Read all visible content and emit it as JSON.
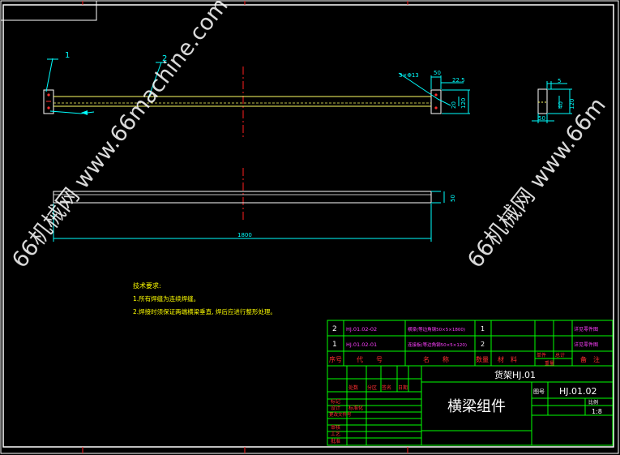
{
  "part_labels": [
    "1",
    "2"
  ],
  "dimensions": {
    "top_50": "50",
    "top_22_5": "22.5",
    "top_side": "20",
    "top_height": "120",
    "top_weld": "3×Φ13",
    "side_5": "5",
    "side_40": "40",
    "side_120": "120",
    "side_50": "50",
    "bottom_length": "1800",
    "bottom_height": "50"
  },
  "tech_notes": {
    "title": "技术要求:",
    "line1": "1.所有焊缝为连续焊缝。",
    "line2": "2.焊接时须保证两端横梁垂直, 焊后应进行整形处理。"
  },
  "bom_rows": [
    {
      "no": "2",
      "code": "HJ.01.02-02",
      "name": "横梁(等边角钢50×5×1800)",
      "qty": "1",
      "material": "",
      "note": "详见零件图"
    },
    {
      "no": "1",
      "code": "HJ.01.02-01",
      "name": "连接板(等边角钢50×5×120)",
      "qty": "2",
      "material": "",
      "note": "详见零件图"
    }
  ],
  "bom_header": {
    "no": "序号",
    "code": "代　　号",
    "name": "名　　称",
    "qty": "数量",
    "material": "材　料",
    "single": "单件",
    "total": "总计",
    "weight": "重量",
    "note": "备　注"
  },
  "title_block": {
    "assembly": "货架HJ.01",
    "part_name": "横梁组件",
    "drawing_no_label": "图号",
    "drawing_no": "HJ.01.02",
    "scale_label": "比例",
    "scale": "1:8",
    "left_rows": [
      "标记",
      "处数",
      "分区",
      "更改文件号",
      "签名",
      "日期",
      "设计",
      "标准化",
      "审核",
      "工艺",
      "批准"
    ]
  },
  "colors": {
    "frame": "#ffffff",
    "part_line": "#ffff66",
    "dim": "#00ffff",
    "centerline": "#ff2020",
    "table_line": "#00ff00",
    "text": "#ffffff"
  },
  "watermark": {
    "left": "66机械网 www.66machine.com",
    "right": "66机械网 www.66m"
  }
}
